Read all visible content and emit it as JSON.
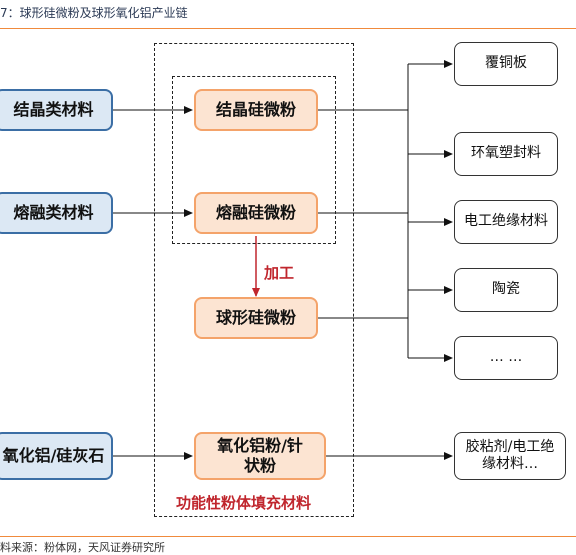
{
  "header": {
    "title": "7：球形硅微粉及球形氧化铝产业链"
  },
  "footer": {
    "source": "料来源：粉体网，天风证券研究所"
  },
  "diagram": {
    "raw_materials": [
      "结晶类材料",
      "熔融类材料",
      "氧化铝/硅灰石"
    ],
    "powders": {
      "crystalline": "结晶硅微粉",
      "fused": "熔融硅微粉",
      "spherical": "球形硅微粉",
      "alumina": "氧化铝粉/针状粉"
    },
    "process_label": "加工",
    "group_label": "功能性粉体填充材料",
    "applications": [
      "覆铜板",
      "环氧塑封料",
      "电工绝缘材料",
      "陶瓷",
      "… …",
      "胶粘剂/电工绝缘材料…"
    ]
  },
  "colors": {
    "accent_orange": "#f08a3c",
    "raw_box_fill": "#dce8f4",
    "raw_box_border": "#3b6ea5",
    "powder_box_fill": "#fce4d2",
    "powder_box_border": "#f4a36a",
    "label_red": "#c0262d"
  }
}
